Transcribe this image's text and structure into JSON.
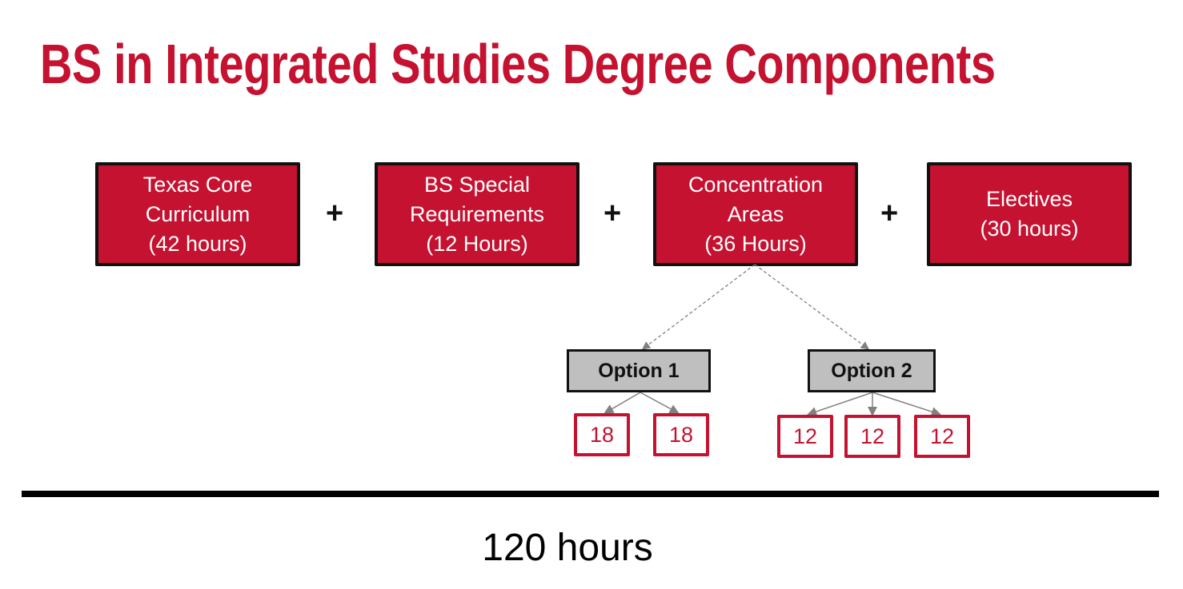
{
  "title": "BS in Integrated Studies Degree Components",
  "components": [
    {
      "label": "Texas Core\nCurriculum\n(42 hours)"
    },
    {
      "label": "BS Special\nRequirements\n(12 Hours)"
    },
    {
      "label": "Concentration\nAreas\n(36 Hours)"
    },
    {
      "label": "Electives\n(30 hours)"
    }
  ],
  "operator": "+",
  "options": [
    {
      "label": "Option 1",
      "parts": [
        "18",
        "18"
      ]
    },
    {
      "label": "Option 2",
      "parts": [
        "12",
        "12",
        "12"
      ]
    }
  ],
  "total": "120 hours",
  "colors": {
    "accent": "#C41230",
    "option_fill": "#BFBFBF",
    "connector": "#808080"
  }
}
